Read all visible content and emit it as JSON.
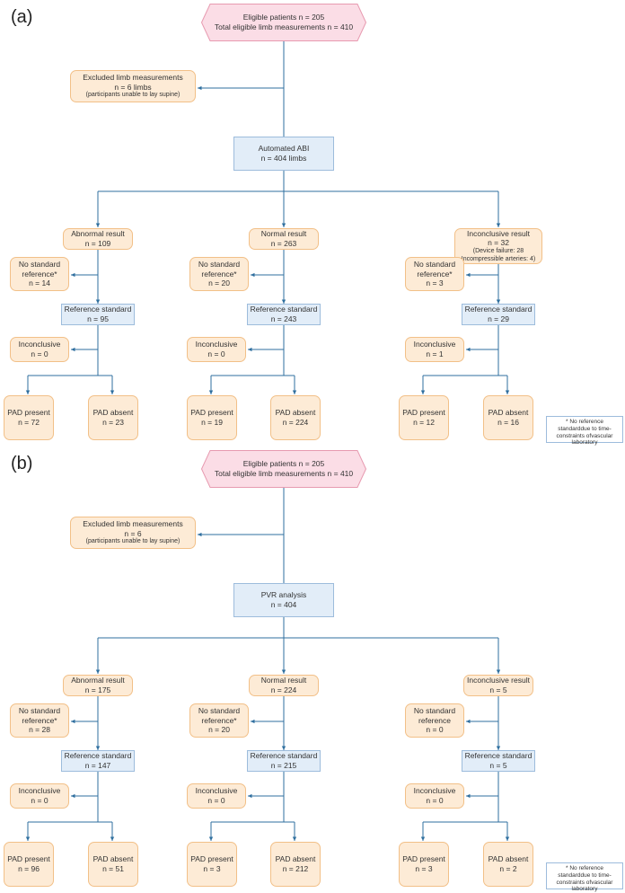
{
  "panels": [
    {
      "label": "(a)",
      "top_lines": [
        "Eligible patients n = 205",
        "Total eligible limb measurements n = 410"
      ],
      "excluded_lines": [
        "Excluded limb measurements",
        "n = 6 limbs",
        "(participants unable to lay supine)"
      ],
      "analysis_lines": [
        "Automated ABI",
        "n = 404 limbs"
      ],
      "branches": [
        {
          "result_lines": [
            "Abnormal result",
            "n = 109"
          ],
          "nostd_lines": [
            "No standard",
            "reference*",
            "n = 14"
          ],
          "ref_lines": [
            "Reference standard",
            "n = 95"
          ],
          "incon_lines": [
            "Inconclusive",
            "n = 0"
          ],
          "present_lines": [
            "PAD present",
            "n = 72"
          ],
          "absent_lines": [
            "PAD absent",
            "n = 23"
          ]
        },
        {
          "result_lines": [
            "Normal result",
            "n = 263"
          ],
          "nostd_lines": [
            "No standard",
            "reference*",
            "n = 20"
          ],
          "ref_lines": [
            "Reference standard",
            "n = 243"
          ],
          "incon_lines": [
            "Inconclusive",
            "n = 0"
          ],
          "present_lines": [
            "PAD present",
            "n = 19"
          ],
          "absent_lines": [
            "PAD absent",
            "n = 224"
          ]
        },
        {
          "result_lines": [
            "Inconclusive result",
            "n = 32"
          ],
          "result_sub_lines": [
            "(Device failure: 28",
            "Incompressible arteries: 4)"
          ],
          "nostd_lines": [
            "No standard",
            "reference*",
            "n = 3"
          ],
          "ref_lines": [
            "Reference standard",
            "n = 29"
          ],
          "incon_lines": [
            "Inconclusive",
            "n = 1"
          ],
          "present_lines": [
            "PAD present",
            "n = 12"
          ],
          "absent_lines": [
            "PAD absent",
            "n = 16"
          ]
        }
      ],
      "footnote_lines": [
        "* No reference standard",
        "due to time-constraints of",
        "vascular laboratory"
      ]
    },
    {
      "label": "(b)",
      "top_lines": [
        "Eligible patients n = 205",
        "Total eligible limb measurements n = 410"
      ],
      "excluded_lines": [
        "Excluded limb measurements",
        "n = 6",
        "(participants unable to lay supine)"
      ],
      "analysis_lines": [
        "PVR analysis",
        "n = 404"
      ],
      "branches": [
        {
          "result_lines": [
            "Abnormal result",
            "n = 175"
          ],
          "nostd_lines": [
            "No standard",
            "reference*",
            "n = 28"
          ],
          "ref_lines": [
            "Reference standard",
            "n = 147"
          ],
          "incon_lines": [
            "Inconclusive",
            "n = 0"
          ],
          "present_lines": [
            "PAD present",
            "n = 96"
          ],
          "absent_lines": [
            "PAD absent",
            "n = 51"
          ]
        },
        {
          "result_lines": [
            "Normal result",
            "n = 224"
          ],
          "nostd_lines": [
            "No standard",
            "reference*",
            "n = 20"
          ],
          "ref_lines": [
            "Reference standard",
            "n = 215"
          ],
          "incon_lines": [
            "Inconclusive",
            "n = 0"
          ],
          "present_lines": [
            "PAD present",
            "n = 3"
          ],
          "absent_lines": [
            "PAD absent",
            "n = 212"
          ]
        },
        {
          "result_lines": [
            "Inconclusive result",
            "n = 5"
          ],
          "nostd_lines": [
            "No standard",
            "reference",
            "n = 0"
          ],
          "ref_lines": [
            "Reference standard",
            "n = 5"
          ],
          "incon_lines": [
            "Inconclusive",
            "n = 0"
          ],
          "present_lines": [
            "PAD present",
            "n = 3"
          ],
          "absent_lines": [
            "PAD absent",
            "n = 2"
          ]
        }
      ],
      "footnote_lines": [
        "* No reference standard",
        "due to time-constraints of",
        "vascular laboratory"
      ]
    }
  ],
  "colors": {
    "orange_fill": "#fdebd6",
    "orange_border": "#f2c088",
    "blue_fill": "#e2edf8",
    "blue_border": "#9dbcdc",
    "pink_fill": "#fbdde6",
    "pink_border": "#e79ab0",
    "connector": "#2f6f9f"
  }
}
